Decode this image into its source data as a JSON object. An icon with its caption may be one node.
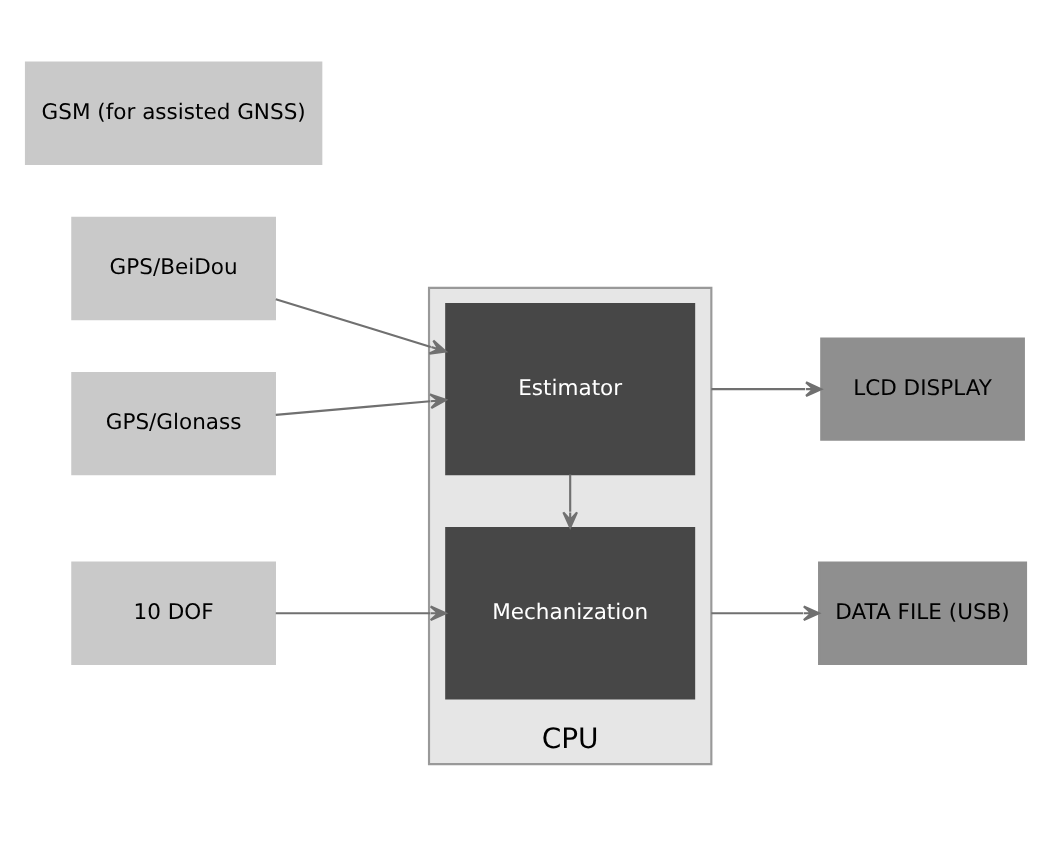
{
  "diagram": {
    "nodes": [
      {
        "text": [
          "CPU"
        ]
      },
      {
        "text": [
          "Estimator"
        ],
        "in": 0
      },
      {
        "text": [
          "Mechanization"
        ],
        "in": 0
      },
      {
        "text": [
          "GPS/BeiDou"
        ]
      },
      {
        "text": [
          "GPS/Glonass"
        ]
      },
      {
        "text": [
          "GSM (for assisted GNSS)"
        ]
      },
      {
        "text": [
          "10 DOF"
        ]
      },
      {
        "text": [
          "LCD DISPLAY"
        ]
      },
      {
        "text": [
          "DATA FILE (USB)"
        ]
      }
    ],
    "edges": [
      {
        "from": 3,
        "to": 1,
        "arrow": "to"
      },
      {
        "from": 4,
        "to": 1,
        "arrow": "to"
      },
      {
        "from": 1,
        "to": 2,
        "arrow": "to"
      },
      {
        "from": 6,
        "to": 2,
        "arrow": "to"
      },
      {
        "from": 0,
        "to": 7,
        "arrow": "to"
      },
      {
        "from": 0,
        "to": 8,
        "arrow": "to"
      }
    ]
  }
}
